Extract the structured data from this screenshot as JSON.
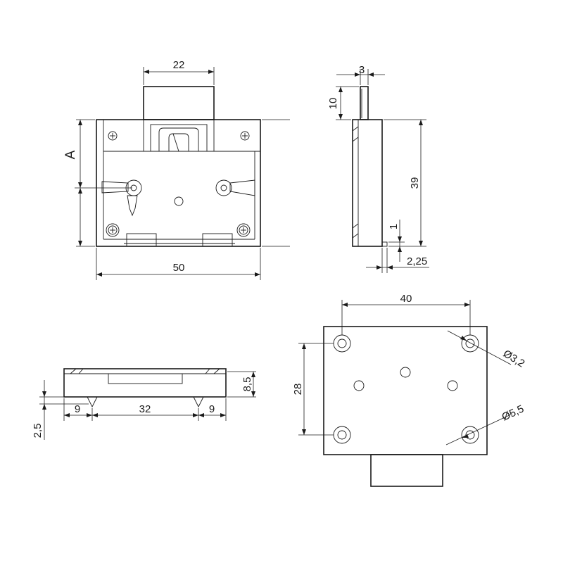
{
  "dimensions": {
    "front_width_top": "22",
    "front_width": "50",
    "front_height_var": "A",
    "side_thickness": "3",
    "side_bolt_height": "10",
    "side_height": "39",
    "side_small": "1",
    "side_offset": "2,25",
    "bottom_height": "8,5",
    "bottom_left": "9",
    "bottom_mid": "32",
    "bottom_right": "9",
    "bottom_lip": "2,5",
    "back_hole_spacing_h": "40",
    "back_hole_spacing_v": "28",
    "back_small_hole_dia": "Ø3,2",
    "back_large_hole_dia": "Ø5,5"
  }
}
